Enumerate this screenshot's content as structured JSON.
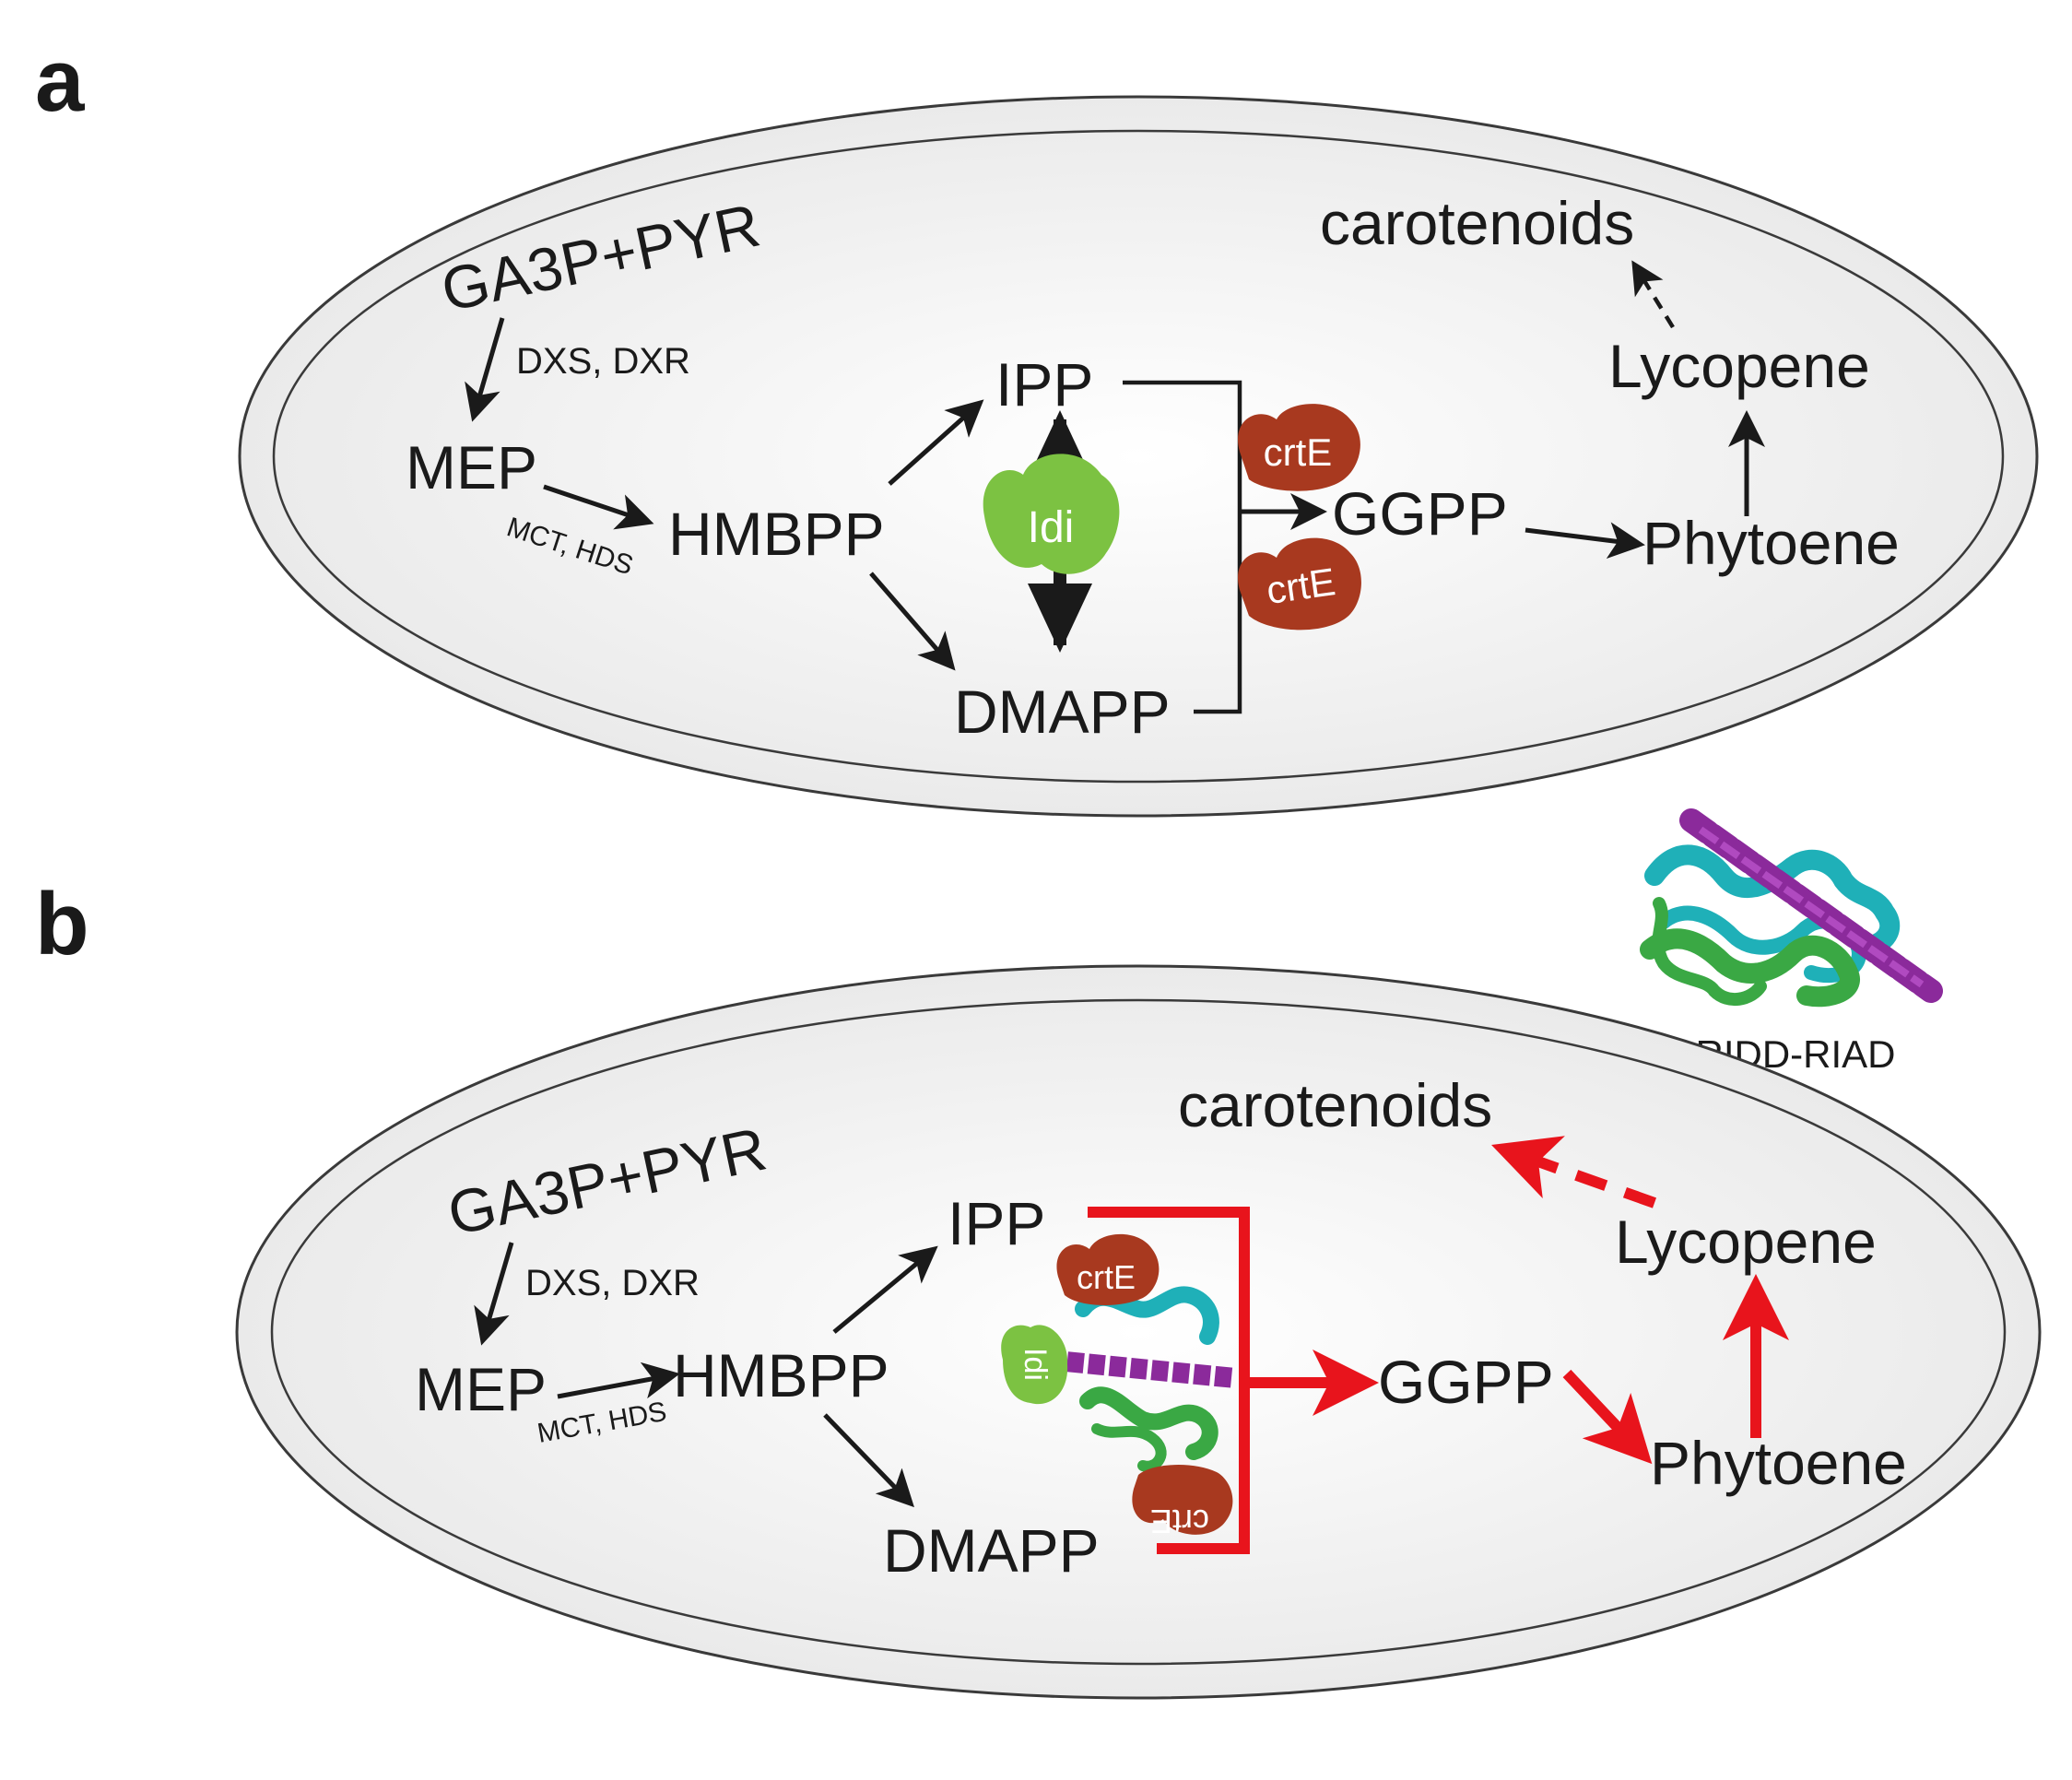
{
  "panels": [
    {
      "label": "a",
      "metabolites": {
        "ga3p_pyr": "GA3P+PYR",
        "mep": "MEP",
        "hmbpp": "HMBPP",
        "ipp": "IPP",
        "dmapp": "DMAPP",
        "ggpp": "GGPP",
        "phytoene": "Phytoene",
        "lycopene": "Lycopene",
        "carotenoids": "carotenoids"
      },
      "enzymes": {
        "dxs_dxr": "DXS, DXR",
        "mct_hds": "MCT, HDS",
        "idi": "Idi",
        "crte_top": "crtE",
        "crte_bottom": "crtE"
      }
    },
    {
      "label": "b",
      "metabolites": {
        "ga3p_pyr": "GA3P+PYR",
        "mep": "MEP",
        "hmbpp": "HMBPP",
        "ipp": "IPP",
        "dmapp": "DMAPP",
        "ggpp": "GGPP",
        "phytoene": "Phytoene",
        "lycopene": "Lycopene",
        "carotenoids": "carotenoids"
      },
      "enzymes": {
        "dxs_dxr": "DXS, DXR",
        "mct_hds": "MCT, HDS",
        "idi": "Idi",
        "crte_top": "crtE",
        "crte_bottom": "crtE"
      },
      "scaffold_label": "RIDD-RIAD"
    }
  ],
  "colors": {
    "normal_arrow": "#1a1a1a",
    "enhanced_flux": "#e8141c",
    "crte_protein": "#a8391f",
    "idi_protein": "#7cc242",
    "helix_purple": "#8b2a9b",
    "helix_cyan": "#1fb0b8",
    "helix_green": "#3aa844"
  }
}
